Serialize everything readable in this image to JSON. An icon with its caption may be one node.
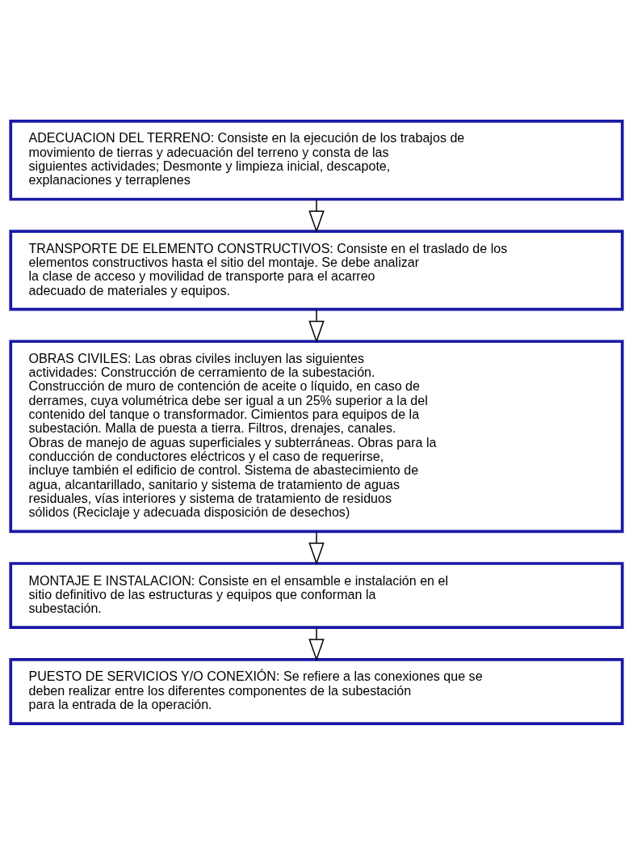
{
  "diagram": {
    "nodes": [
      {
        "text": [
          "ADECUACION DEL TERRENO: Consiste en la ejecución de los trabajos de movimiento de tierras y adecuación del terreno y consta de las siguientes actividades; Desmonte y limpieza inicial, descapote, explanaciones y terraplenes"
        ]
      },
      {
        "text": [
          "TRANSPORTE DE ELEMENTO CONSTRUCTIVOS: Consiste en el traslado de los elementos constructivos hasta el sitio del montaje. Se debe analizar la clase de acceso y movilidad de transporte para el acarreo adecuado de materiales y equipos."
        ]
      },
      {
        "text": [
          "OBRAS CIVILES: Las obras civiles incluyen las siguientes actividades: Construcción de cerramiento de la subestación. Construcción de muro de contención de aceite o líquido, en caso de derrames, cuya volumétrica debe ser igual a un 25% superior a la del contenido del tanque o transformador. Cimientos para equipos de la subestación. Malla de puesta a tierra. Filtros, drenajes, canales. Obras de manejo de aguas superficiales y subterráneas. Obras para la conducción de conductores eléctricos y el caso de requerirse, incluye también el edificio de control. Sistema de abastecimiento de agua, alcantarillado, sanitario y sistema de tratamiento de aguas residuales, vías interiores y sistema de tratamiento de residuos sólidos (Reciclaje y adecuada disposición de desechos)"
        ]
      },
      {
        "text": [
          "MONTAJE E INSTALACION: Consiste en el ensamble e instalación en el sitio definitivo de las estructuras y equipos que conforman la subestación."
        ]
      },
      {
        "text": [
          "PUESTO DE SERVICIOS Y/O CONEXIÓN: Se refiere a las conexiones que se deben realizar entre los diferentes componentes de la subestación para la entrada de la operación."
        ]
      }
    ],
    "edges": [
      {
        "from": 0,
        "to": 1,
        "arrow": "to"
      },
      {
        "from": 1,
        "to": 2,
        "arrow": "to"
      },
      {
        "from": 2,
        "to": 3,
        "arrow": "to"
      },
      {
        "from": 3,
        "to": 4,
        "arrow": "to"
      }
    ]
  }
}
